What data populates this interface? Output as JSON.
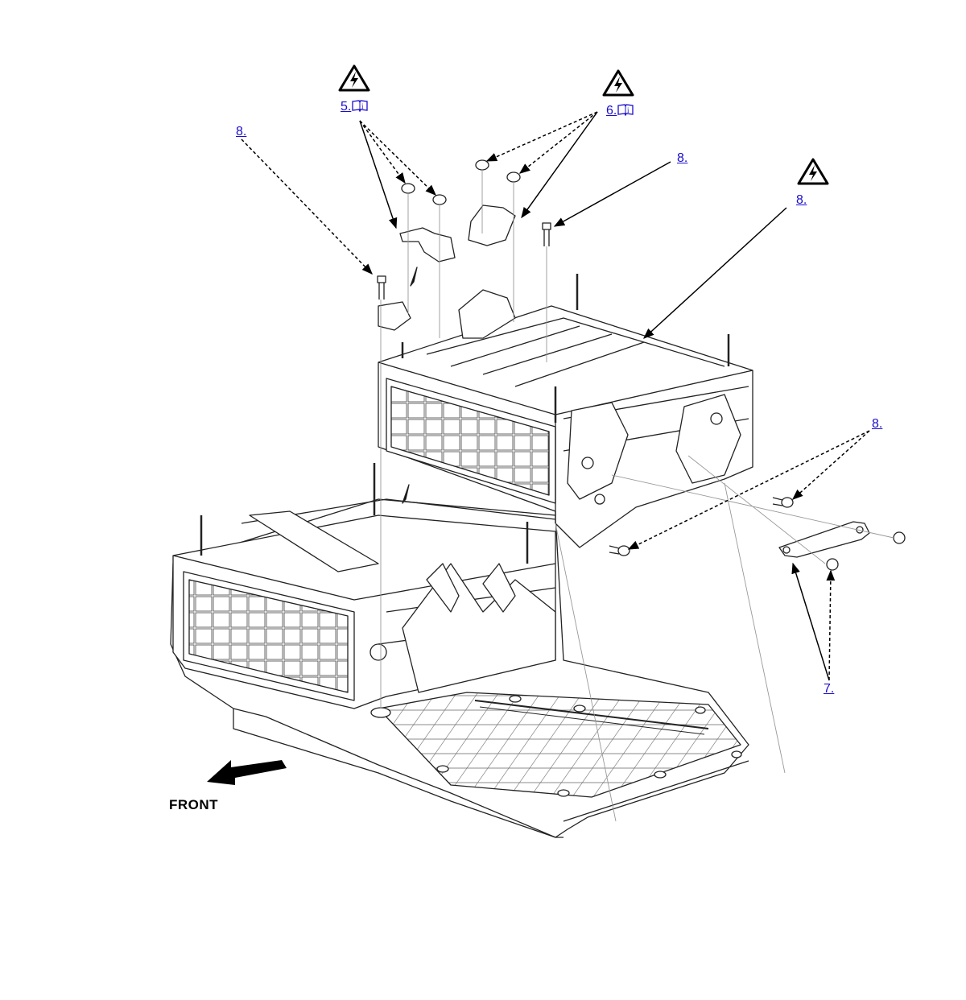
{
  "callouts": {
    "c5": "5.",
    "c6": "6.",
    "c8_upper_left": "8.",
    "c8_upper_right": "8.",
    "c8_battery": "8.",
    "c8_side": "8.",
    "c7": "7."
  },
  "direction_label": "FRONT",
  "icons": {
    "warning": "high-voltage-warning-icon",
    "manual": "service-manual-book-icon",
    "arrow": "front-direction-arrow-icon"
  },
  "colors": {
    "callout_link": "#1a0dcc",
    "line_art": "#222222",
    "leader": "#000000"
  }
}
